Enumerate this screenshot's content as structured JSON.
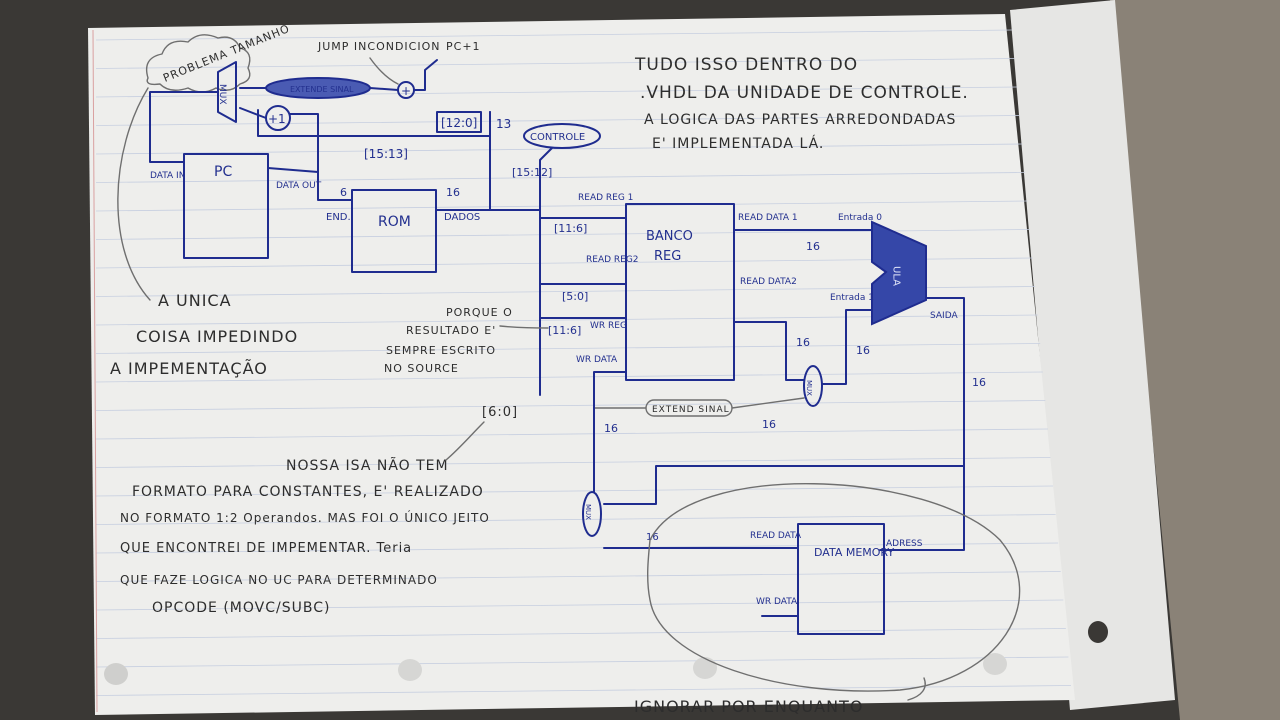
{
  "colors": {
    "background": "#3a3835",
    "paper": "#eeeeec",
    "ink": "#23308f",
    "pencil": "#2d2d2d",
    "rule": "#c7cfe0",
    "margin": "#d9a0a0"
  },
  "notes": {
    "top_right": [
      "TUDO ISSO DENTRO DO",
      ".VHDL DA UNIDADE DE CONTROLE.",
      "A LOGICA DAS PARTES ARREDONDADAS",
      "E' IMPLEMENTADA LÁ."
    ],
    "problem_cloud": "PROBLEMA TAMANHO",
    "left_block": [
      "A UNICA",
      "COISA IMPEDINDO",
      "A IMPEMENTAÇÃO"
    ],
    "porque": [
      "PORQUE O",
      "RESULTADO E'",
      "SEMPRE ESCRITO",
      "NO SOURCE"
    ],
    "bottom_left": [
      "NOSSA ISA NÃO TEM",
      "FORMATO PARA CONSTANTES, E' REALIZADO",
      "NO FORMATO 1:2 Operandos. MAS FOI O ÚNICO JEITO",
      "QUE ENCONTREI DE IMPEMENTAR. Teria",
      "QUE FAZE LOGICA NO UC PARA DETERMINADO",
      "OPCODE (MOVC/SUBC)"
    ],
    "ignore": "IGNORAR POR ENQUANTO"
  },
  "diagram": {
    "labels": {
      "jump": "JUMP INCONDICION",
      "pc_plus": "PC+1",
      "plus_one": "+1",
      "mux": "MUX",
      "sign_ext_top": "EXTENDE SINAL",
      "bits_12_0": "[12:0]",
      "w13": "13",
      "bits_15_13": "[15:13]",
      "controle": "CONTROLE",
      "bits_15_12": "[15:12]",
      "pc": "PC",
      "data_in": "DATA IN",
      "data_out": "DATA OUT",
      "end": "END.",
      "w6": "6",
      "rom": "ROM",
      "w16": "16",
      "dados": "DADOS",
      "read_reg1": "READ REG 1",
      "bits_11_6a": "[11:6]",
      "read_reg2": "READ REG2",
      "bits_5_0": "[5:0]",
      "wr_reg": "WR REG",
      "bits_11_6b": "[11:6]",
      "wr_data": "WR DATA",
      "banco_reg": "BANCO REG",
      "read_data1": "READ DATA 1",
      "read_data2": "READ DATA2",
      "entrada0": "Entrada 0",
      "entrada1": "Entrada 1",
      "ula": "ULA",
      "saida": "SAIDA",
      "bits_6_0": "[6:0]",
      "extend_sinal": "EXTEND SINAL",
      "read_data": "READ DATA",
      "data_memory": "DATA MEMORY",
      "adress": "ADRESS",
      "wr_data2": "WR DATA"
    }
  }
}
